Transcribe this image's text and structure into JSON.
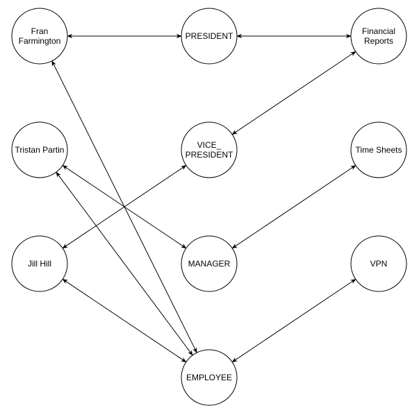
{
  "diagram": {
    "type": "directed-graph",
    "nodes": [
      {
        "id": "fran",
        "label": [
          "Fran",
          "Farmington"
        ]
      },
      {
        "id": "president",
        "label": [
          "PRESIDENT"
        ]
      },
      {
        "id": "financial",
        "label": [
          "Financial",
          "Reports"
        ]
      },
      {
        "id": "tristan",
        "label": [
          "Tristan Partin"
        ]
      },
      {
        "id": "vp",
        "label": [
          "VICE_",
          "PRESIDENT"
        ]
      },
      {
        "id": "timesheets",
        "label": [
          "Time Sheets"
        ]
      },
      {
        "id": "jill",
        "label": [
          "Jill Hill"
        ]
      },
      {
        "id": "manager",
        "label": [
          "MANAGER"
        ]
      },
      {
        "id": "vpn",
        "label": [
          "VPN"
        ]
      },
      {
        "id": "employee",
        "label": [
          "EMPLOYEE"
        ]
      }
    ],
    "edges": [
      {
        "from": "fran",
        "to": "president",
        "bidirectional": true
      },
      {
        "from": "president",
        "to": "financial",
        "bidirectional": true
      },
      {
        "from": "financial",
        "to": "vp",
        "bidirectional": true
      },
      {
        "from": "vp",
        "to": "jill",
        "bidirectional": true
      },
      {
        "from": "timesheets",
        "to": "manager",
        "bidirectional": true
      },
      {
        "from": "tristan",
        "to": "manager",
        "bidirectional": true
      },
      {
        "from": "jill",
        "to": "employee",
        "bidirectional": true
      },
      {
        "from": "fran",
        "to": "employee",
        "bidirectional": true
      },
      {
        "from": "tristan",
        "to": "employee",
        "bidirectional": true
      },
      {
        "from": "vpn",
        "to": "employee",
        "bidirectional": true
      }
    ]
  }
}
